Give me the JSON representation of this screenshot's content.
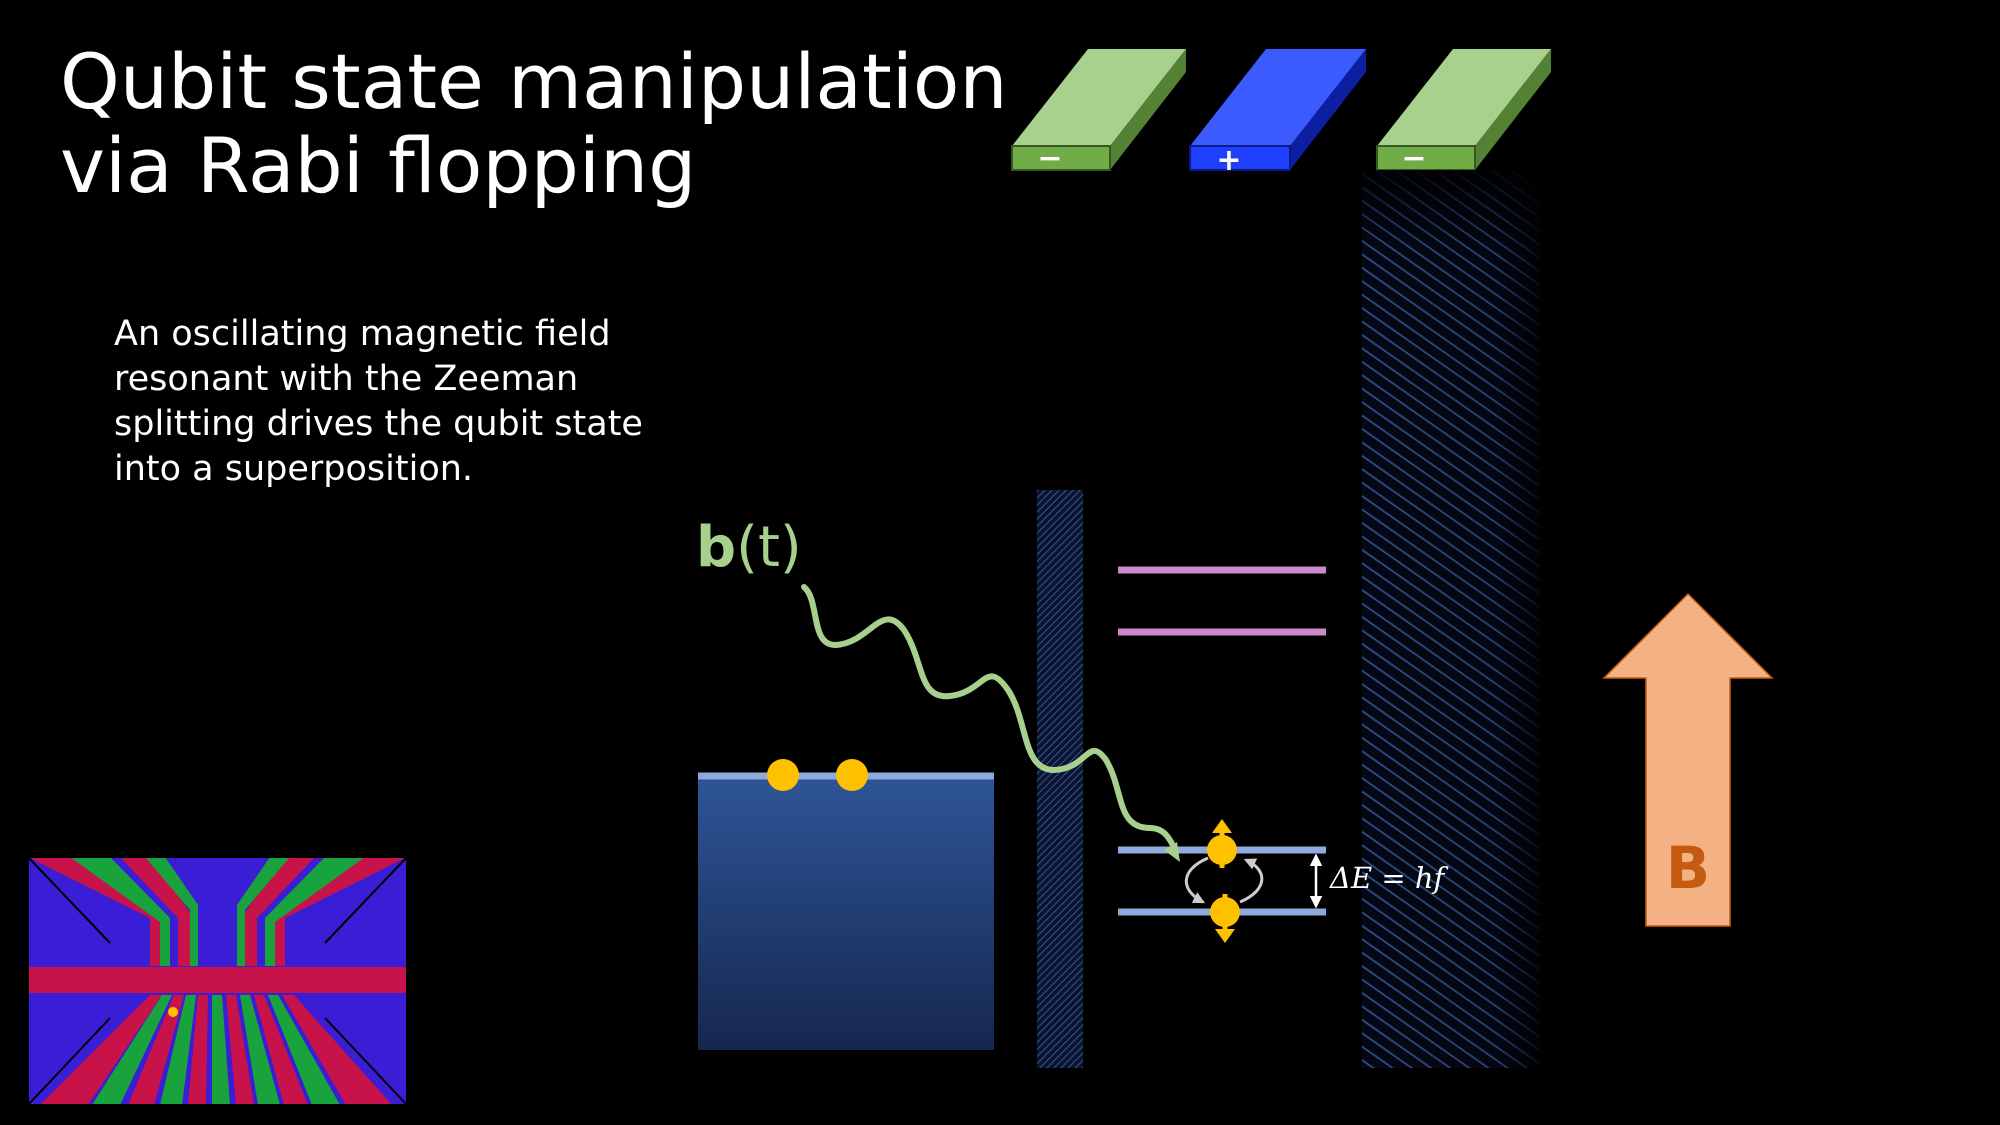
{
  "title": "Qubit state manipulation\nvia Rabi flopping",
  "description": "An oscillating magnetic field\nresonant with the Zeeman\nsplitting drives the qubit state\ninto a superposition.",
  "gates": {
    "left": {
      "sign": "−",
      "color": "#8cbf63"
    },
    "middle": {
      "sign": "+",
      "color": "#1f3fff"
    },
    "right": {
      "sign": "−",
      "color": "#8cbf63"
    }
  },
  "drive_field_label": {
    "b": "b",
    "t": "(t)"
  },
  "energy_gap_label": "ΔE = hf",
  "static_field_label": "B",
  "colors": {
    "background": "#000000",
    "drive_field": "#a8d08d",
    "electron": "#ffc000",
    "reservoir_level": "#8faadc",
    "excited_level": "#cc88c8",
    "static_field_arrow": "#f4b183",
    "static_field_text": "#c55a11",
    "reservoir_fill": "#2e4f8f",
    "barrier": "#3a5aa0"
  },
  "icons": {
    "device_inset": "gate-layout-icon",
    "spin_up": "spin-up-arrow-icon",
    "spin_down": "spin-down-arrow-icon"
  }
}
